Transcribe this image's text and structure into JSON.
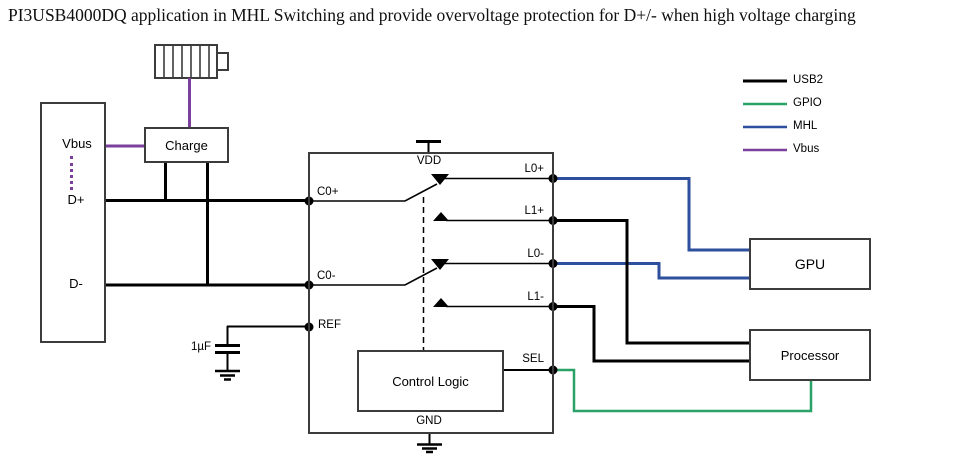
{
  "title": "PI3USB4000DQ application in MHL Switching and provide overvoltage protection for D+/- when high voltage charging",
  "colors": {
    "usb2": "#000000",
    "gpio": "#2aa267",
    "mhl": "#2e4f9e",
    "vbus": "#7b3f9e",
    "border": "#3c3c3c"
  },
  "legend": {
    "items": [
      {
        "label": "USB2"
      },
      {
        "label": "GPIO"
      },
      {
        "label": "MHL"
      },
      {
        "label": "Vbus"
      }
    ]
  },
  "connector": {
    "vbus": "Vbus",
    "d_plus": "D+",
    "d_minus": "D-"
  },
  "charge": {
    "label": "Charge"
  },
  "ic": {
    "vdd": "VDD",
    "gnd": "GND",
    "control_logic": "Control Logic",
    "pins": {
      "c0p": "C0+",
      "c0m": "C0-",
      "ref": "REF",
      "l0p": "L0+",
      "l1p": "L1+",
      "l0m": "L0-",
      "l1m": "L1-",
      "sel": "SEL"
    }
  },
  "capacitor": {
    "value": "1µF"
  },
  "blocks": {
    "gpu": "GPU",
    "processor": "Processor"
  }
}
